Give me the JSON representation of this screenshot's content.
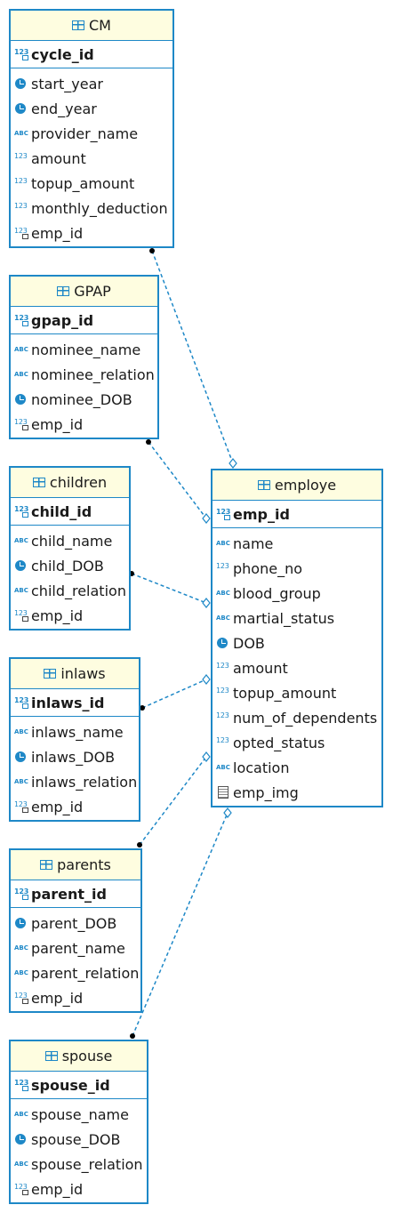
{
  "colors": {
    "border": "#1e88c7",
    "header_bg": "#fefde0",
    "link": "#1e88c7"
  },
  "entities": {
    "cm": {
      "name": "CM",
      "pk": {
        "name": "cycle_id",
        "icon": "numeric-key-icon"
      },
      "columns": [
        {
          "name": "start_year",
          "icon": "clock-icon"
        },
        {
          "name": "end_year",
          "icon": "clock-icon"
        },
        {
          "name": "provider_name",
          "icon": "text-icon"
        },
        {
          "name": "amount",
          "icon": "numeric-icon"
        },
        {
          "name": "topup_amount",
          "icon": "numeric-icon"
        },
        {
          "name": "monthly_deduction",
          "icon": "numeric-icon"
        },
        {
          "name": "emp_id",
          "icon": "numeric-fk-icon"
        }
      ]
    },
    "gpap": {
      "name": "GPAP",
      "pk": {
        "name": "gpap_id",
        "icon": "numeric-key-icon"
      },
      "columns": [
        {
          "name": "nominee_name",
          "icon": "text-icon"
        },
        {
          "name": "nominee_relation",
          "icon": "text-icon"
        },
        {
          "name": "nominee_DOB",
          "icon": "clock-icon"
        },
        {
          "name": "emp_id",
          "icon": "numeric-fk-icon"
        }
      ]
    },
    "children": {
      "name": "children",
      "pk": {
        "name": "child_id",
        "icon": "numeric-key-icon"
      },
      "columns": [
        {
          "name": "child_name",
          "icon": "text-icon"
        },
        {
          "name": "child_DOB",
          "icon": "clock-icon"
        },
        {
          "name": "child_relation",
          "icon": "text-icon"
        },
        {
          "name": "emp_id",
          "icon": "numeric-fk-icon"
        }
      ]
    },
    "inlaws": {
      "name": "inlaws",
      "pk": {
        "name": "inlaws_id",
        "icon": "numeric-key-icon"
      },
      "columns": [
        {
          "name": "inlaws_name",
          "icon": "text-icon"
        },
        {
          "name": "inlaws_DOB",
          "icon": "clock-icon"
        },
        {
          "name": "inlaws_relation",
          "icon": "text-icon"
        },
        {
          "name": "emp_id",
          "icon": "numeric-fk-icon"
        }
      ]
    },
    "parents": {
      "name": "parents",
      "pk": {
        "name": "parent_id",
        "icon": "numeric-key-icon"
      },
      "columns": [
        {
          "name": "parent_DOB",
          "icon": "clock-icon"
        },
        {
          "name": "parent_name",
          "icon": "text-icon"
        },
        {
          "name": "parent_relation",
          "icon": "text-icon"
        },
        {
          "name": "emp_id",
          "icon": "numeric-fk-icon"
        }
      ]
    },
    "spouse": {
      "name": "spouse",
      "pk": {
        "name": "spouse_id",
        "icon": "numeric-key-icon"
      },
      "columns": [
        {
          "name": "spouse_name",
          "icon": "text-icon"
        },
        {
          "name": "spouse_DOB",
          "icon": "clock-icon"
        },
        {
          "name": "spouse_relation",
          "icon": "text-icon"
        },
        {
          "name": "emp_id",
          "icon": "numeric-fk-icon"
        }
      ]
    },
    "employe": {
      "name": "employe",
      "pk": {
        "name": "emp_id",
        "icon": "numeric-key-icon"
      },
      "columns": [
        {
          "name": "name",
          "icon": "text-icon"
        },
        {
          "name": "phone_no",
          "icon": "numeric-icon"
        },
        {
          "name": "blood_group",
          "icon": "text-icon"
        },
        {
          "name": "martial_status",
          "icon": "text-icon"
        },
        {
          "name": "DOB",
          "icon": "clock-icon"
        },
        {
          "name": "amount",
          "icon": "numeric-icon"
        },
        {
          "name": "topup_amount",
          "icon": "numeric-icon"
        },
        {
          "name": "num_of_dependents",
          "icon": "numeric-icon"
        },
        {
          "name": "opted_status",
          "icon": "numeric-icon"
        },
        {
          "name": "location",
          "icon": "text-icon"
        },
        {
          "name": "emp_img",
          "icon": "image-icon"
        }
      ]
    }
  },
  "relationships": [
    {
      "from": "cm",
      "to": "employe"
    },
    {
      "from": "gpap",
      "to": "employe"
    },
    {
      "from": "children",
      "to": "employe"
    },
    {
      "from": "inlaws",
      "to": "employe"
    },
    {
      "from": "parents",
      "to": "employe"
    },
    {
      "from": "spouse",
      "to": "employe"
    }
  ]
}
